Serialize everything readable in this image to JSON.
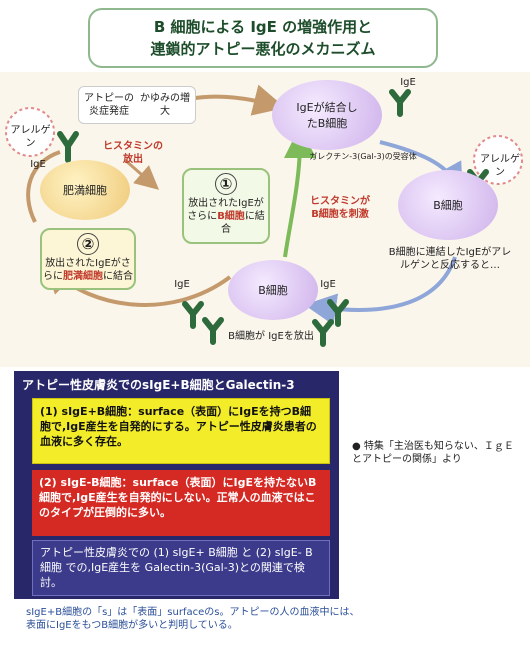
{
  "title": {
    "line1": "B 細胞による IgE の増強作用と",
    "line2": "連鎖的アトピー悪化のメカニズム"
  },
  "diagram": {
    "allergen_left": "アレルゲン",
    "allergen_right": "アレルゲン",
    "ige_left": "IgE",
    "ige_top": "IgE",
    "ige_bottom_left": "IgE",
    "ige_bottom_right": "IgE",
    "mast_cell": "肥満細胞",
    "histamine_release": "ヒスタミンの放出",
    "atopy_onset": "アトピーの炎症発症",
    "itch_increase": "かゆみの増大",
    "bcell_bound": "IgEが結合したB細胞",
    "galectin_receptor": "ガレクチン-3(Gal-3)の受容体",
    "bcell_right": "B細胞",
    "bcell_right_note": "B細胞に連結したIgEがアレルゲンと反応すると…",
    "histamine_stim": "ヒスタミンがB細胞を刺激",
    "bcell_bottom": "B細胞",
    "bcell_release": "B細胞が IgEを放出",
    "step1_num": "①",
    "step1_text_a": "放出されたIgEがさらに",
    "step1_text_red": "B細胞",
    "step1_text_b": "に結合",
    "step2_num": "②",
    "step2_text_a": "放出されたIgEがさらに",
    "step2_text_red": "肥満細胞",
    "step2_text_b": "に結合"
  },
  "panel": {
    "title": "アトピー性皮膚炎でのsIgE+B細胞とGalectin-3",
    "box1": "(1) sIgE+B細胞：surface（表面）にIgEを持つB細胞で,IgE産生を自発的にする。アトピー性皮膚炎患者の血液に多く存在。",
    "box2": "(2) sIgE-B細胞：surface（表面）にIgEを持たないB細胞で,IgE産生を自発的にしない。正常人の血液ではこのタイプが圧倒的に多い。",
    "box3": "アトピー性皮膚炎での (1) sIgE+ B細胞 と (2) sIgE- B細胞 での,IgE産生を Galectin-3(Gal-3)との関連で検討。"
  },
  "caption": "sIgE+B細胞の「s」は「表面」surfaceのs。アトピーの人の血液中には、表面にIgEをもつB細胞が多いと判明している。",
  "side_note": "● 特集「主治医も知らない、ＩｇＥとアトピーの関係」より"
}
